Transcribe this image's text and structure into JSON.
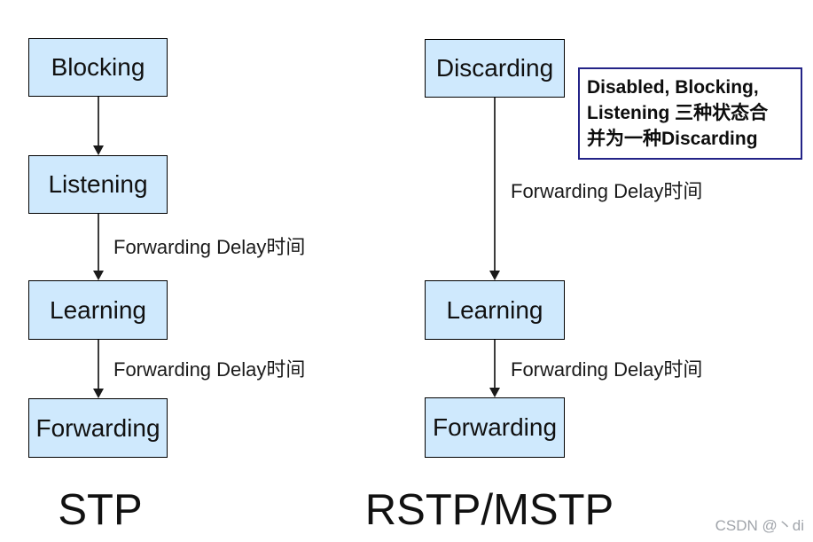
{
  "colors": {
    "box-fill": "#cfe9fd",
    "box-border": "#000000",
    "note-border": "#232387",
    "arrow": "#3c3c3c",
    "arrowhead": "#1a1a1a",
    "text": "#1a1a1a",
    "watermark": "#a0a4aa"
  },
  "stp": {
    "title": "STP",
    "states": [
      "Blocking",
      "Listening",
      "Learning",
      "Forwarding"
    ],
    "delay_label_1": "Forwarding Delay时间",
    "delay_label_2": "Forwarding Delay时间"
  },
  "rstp": {
    "title": "RSTP/MSTP",
    "states": [
      "Discarding",
      "Learning",
      "Forwarding"
    ],
    "delay_label_1": "Forwarding Delay时间",
    "delay_label_2": "Forwarding Delay时间"
  },
  "note": {
    "full_text": "Disabled, Blocking, Listening 三种状态合并为一种Discarding",
    "lines": [
      "Disabled, Blocking,",
      "Listening 三种状态合",
      "并为一种Discarding"
    ]
  },
  "watermark": "CSDN @丶di"
}
